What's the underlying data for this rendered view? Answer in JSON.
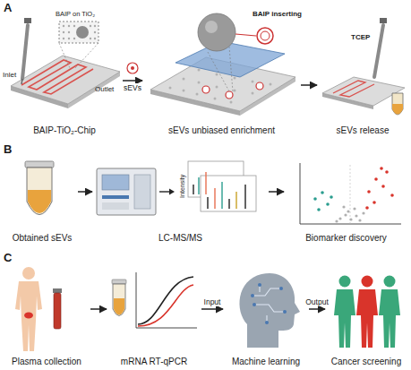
{
  "diagram": {
    "nodes": [
      {
        "text": [
          "BAIP-TiO₂-Chip"
        ]
      },
      {
        "text": [
          "sEVs unbiased enrichment"
        ]
      },
      {
        "text": [
          "sEVs release"
        ]
      },
      {
        "text": [
          "Obtained sEVs"
        ]
      },
      {
        "text": [
          "LC-MS/MS"
        ]
      },
      {
        "text": [
          "Biomarker discovery"
        ]
      },
      {
        "text": [
          "Plasma collection"
        ]
      },
      {
        "text": [
          "mRNA RT-qPCR"
        ]
      },
      {
        "text": [
          "Machine learning"
        ]
      },
      {
        "text": [
          "Cancer screening"
        ]
      }
    ],
    "edges": [
      {
        "from": 0,
        "to": 1,
        "arrow": "to",
        "label": "sEVs"
      },
      {
        "from": 1,
        "to": 2,
        "arrow": "to"
      },
      {
        "from": 3,
        "to": 4,
        "arrow": "to"
      },
      {
        "from": 4,
        "to": 5,
        "arrow": "to"
      },
      {
        "from": 6,
        "to": 7,
        "arrow": "to"
      },
      {
        "from": 7,
        "to": 8,
        "arrow": "to",
        "label": "Input"
      },
      {
        "from": 8,
        "to": 9,
        "arrow": "to",
        "label": "Output"
      }
    ],
    "labels": [
      "A",
      "B",
      "C",
      "Inlet",
      "Outlet",
      "BAIP on TiO₂",
      "BAIP inserting",
      "TCEP",
      "Intensity"
    ]
  }
}
